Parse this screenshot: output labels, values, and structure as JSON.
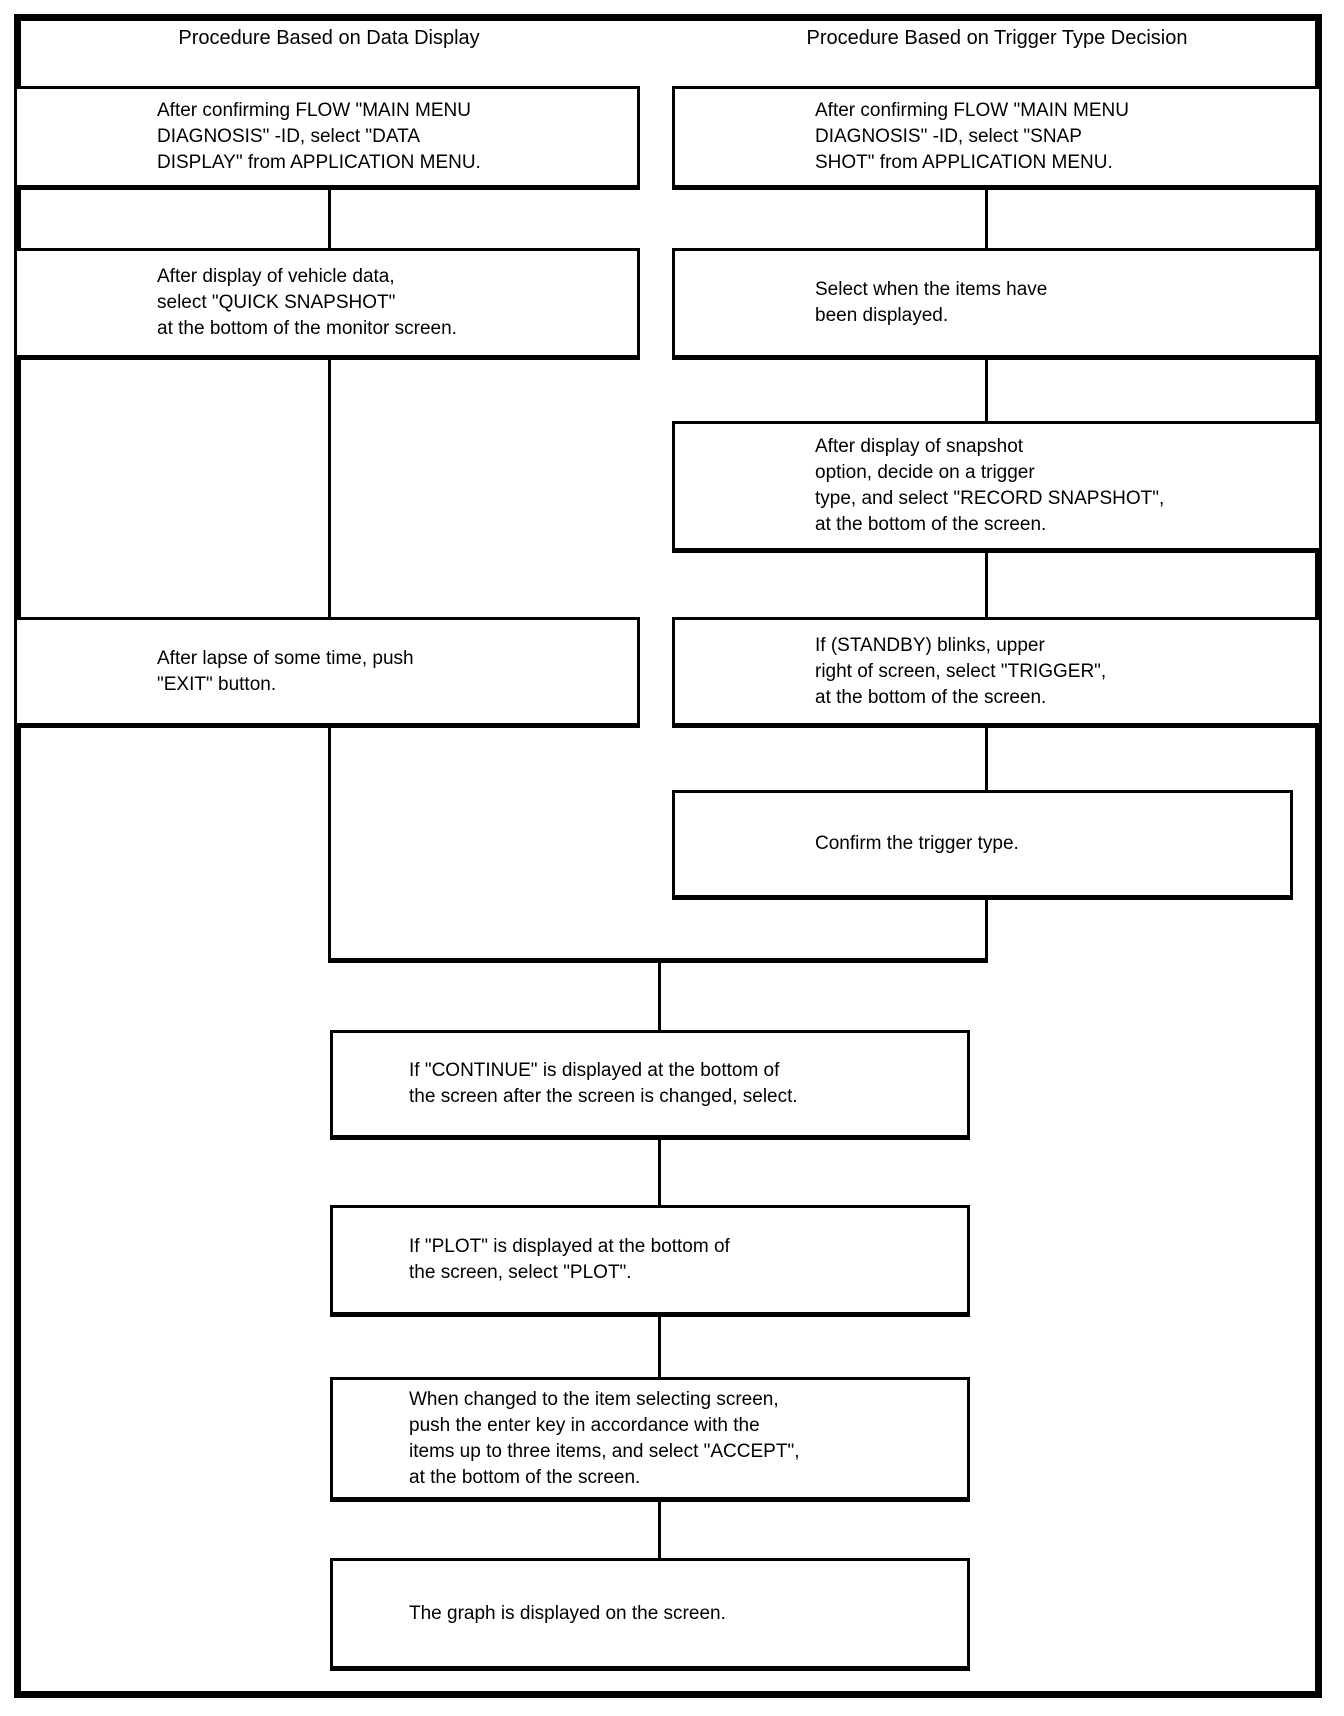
{
  "diagram": {
    "left_column": {
      "header": "Procedure Based on Data Display",
      "boxes": [
        {
          "lines": [
            "After confirming FLOW \"MAIN MENU",
            "DIAGNOSIS\" -ID, select \"DATA",
            "DISPLAY\" from APPLICATION MENU."
          ]
        },
        {
          "lines": [
            "After display of vehicle data,",
            "select \"QUICK SNAPSHOT\"",
            "at the bottom of the monitor screen."
          ]
        },
        {
          "lines": [
            "After lapse of some time, push",
            "\"EXIT\" button."
          ]
        }
      ]
    },
    "right_column": {
      "header": "Procedure Based on Trigger Type Decision",
      "boxes": [
        {
          "lines": [
            "After confirming FLOW \"MAIN MENU",
            "DIAGNOSIS\" -ID, select \"SNAP",
            "SHOT\" from APPLICATION MENU."
          ]
        },
        {
          "lines": [
            "Select when the items have",
            "been displayed."
          ]
        },
        {
          "lines": [
            "After display of snapshot",
            "option, decide on a trigger",
            "type, and select \"RECORD SNAPSHOT\",",
            "at the bottom of the screen."
          ]
        },
        {
          "lines": [
            "If (STANDBY) blinks, upper",
            "right of screen, select \"TRIGGER\",",
            "at the bottom of the screen."
          ]
        },
        {
          "lines": [
            "Confirm the trigger type."
          ]
        }
      ]
    },
    "merged_column": {
      "boxes": [
        {
          "lines": [
            "If \"CONTINUE\" is displayed at the bottom of",
            "the screen after the screen is changed, select."
          ]
        },
        {
          "lines": [
            "If \"PLOT\" is displayed at the bottom of",
            "the screen, select \"PLOT\"."
          ]
        },
        {
          "lines": [
            "When changed to the item selecting screen,",
            "push the enter key in accordance with the",
            "items up to three items, and select \"ACCEPT\",",
            "at the bottom of the screen."
          ]
        },
        {
          "lines": [
            "The graph is displayed on the screen."
          ]
        }
      ]
    },
    "line_color": "#000000",
    "background_color": "#ffffff"
  }
}
